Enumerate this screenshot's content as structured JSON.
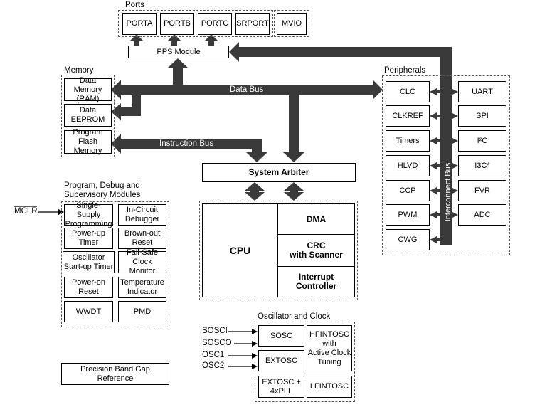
{
  "ports": {
    "title": "Ports",
    "items": [
      "PORTA",
      "PORTB",
      "PORTC",
      "SRPORT"
    ],
    "mvio": "MVIO",
    "pps": "PPS Module"
  },
  "memory": {
    "title": "Memory",
    "data_memory": "Data Memory\n(RAM)",
    "data_eeprom": "Data\nEEPROM",
    "program_flash": "Program\nFlash Memory"
  },
  "buses": {
    "data_bus": "Data Bus",
    "instruction_bus": "Instruction Bus",
    "interconnect_bus": "Interconnect Bus"
  },
  "peripherals": {
    "title": "Peripherals",
    "left": [
      "CLC",
      "CLKREF",
      "Timers",
      "HLVD",
      "CCP",
      "PWM",
      "CWG"
    ],
    "right": [
      "UART",
      "SPI",
      "I²C",
      "I3C*",
      "FVR",
      "ADC"
    ]
  },
  "core": {
    "arbiter": "System Arbiter",
    "cpu": "CPU",
    "dma": "DMA",
    "crc": "CRC\nwith Scanner",
    "interrupt": "Interrupt\nController"
  },
  "supervisory": {
    "title": "Program, Debug and\nSupervisory Modules",
    "mclr": "MCLR",
    "items": [
      "Single-Supply\nProgramming",
      "In-Circuit\nDebugger",
      "Power-up\nTimer",
      "Brown-out\nReset",
      "Oscillator\nStart-up Timer",
      "Fail-Safe\nClock Monitor",
      "Power-on\nReset",
      "Temperature\nIndicator",
      "WWDT",
      "PMD"
    ]
  },
  "bandgap": "Precision Band Gap Reference",
  "oscillator": {
    "title": "Oscillator and Clock",
    "inputs": [
      "SOSCI",
      "SOSCO",
      "OSC1",
      "OSC2"
    ],
    "sosc": "SOSC",
    "extosc": "EXTOSC",
    "extosc_pll": "EXTOSC +\n4xPLL",
    "hfintosc": "HFINTOSC\nwith\nActive Clock\nTuning",
    "lfintosc": "LFINTOSC"
  },
  "colors": {
    "bus": "#3a3a3a",
    "dash": "#555555"
  }
}
